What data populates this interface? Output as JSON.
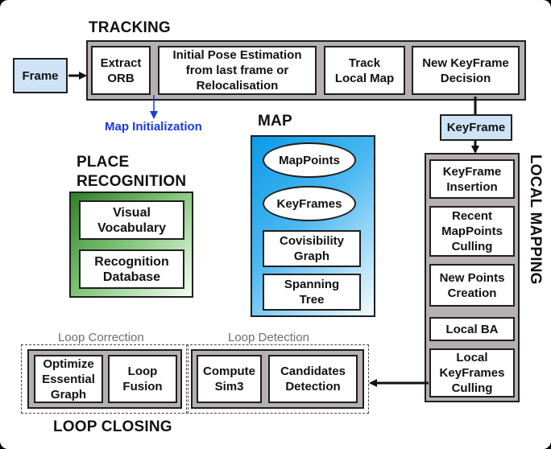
{
  "tracking": {
    "title": "TRACKING",
    "input": "Frame",
    "steps": [
      "Extract\nORB",
      "Initial Pose Estimation\nfrom last frame or\nRelocalisation",
      "Track\nLocal Map",
      "New KeyFrame\nDecision"
    ],
    "map_init": "Map Initialization"
  },
  "keyframe_label": "KeyFrame",
  "map": {
    "title": "MAP",
    "ellipses": [
      "MapPoints",
      "KeyFrames"
    ],
    "boxes": [
      "Covisibility\nGraph",
      "Spanning\nTree"
    ]
  },
  "place_recognition": {
    "title": "PLACE\nRECOGNITION",
    "boxes": [
      "Visual\nVocabulary",
      "Recognition\nDatabase"
    ]
  },
  "local_mapping": {
    "title": "LOCAL MAPPING",
    "steps": [
      "KeyFrame\nInsertion",
      "Recent\nMapPoints\nCulling",
      "New Points\nCreation",
      "Local BA",
      "Local\nKeyFrames\nCulling"
    ]
  },
  "loop_closing": {
    "title": "LOOP CLOSING",
    "loop_correction": {
      "label": "Loop Correction",
      "steps": [
        "Optimize\nEssential\nGraph",
        "Loop\nFusion"
      ]
    },
    "loop_detection": {
      "label": "Loop Detection",
      "steps": [
        "Compute\nSim3",
        "Candidates\nDetection"
      ]
    }
  },
  "colors": {
    "module_fill": "#b7b0b2",
    "light_blue": "#cfe3f7",
    "map_gradient": [
      "#0a9be8",
      "#f4fbff"
    ],
    "place_gradient": [
      "#2f7f2a",
      "#f4fff2"
    ],
    "map_init_text": "#1a39e0"
  }
}
